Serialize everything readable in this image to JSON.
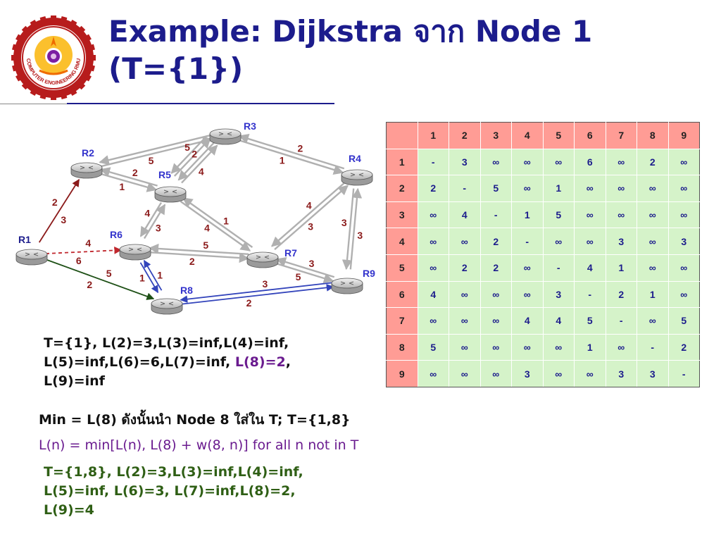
{
  "title": {
    "line1": "Example: Dijkstra จาก Node 1",
    "line2": "(T={1})"
  },
  "logo": {
    "arc_text": "COMPUTER ENGINEERING RMU",
    "colors": {
      "outer": "#b71c1c",
      "inner": "#fbc02d",
      "center": "#7b1fa2"
    }
  },
  "network": {
    "nodes": [
      {
        "id": "R1",
        "label": "R1",
        "label_color": "#1c1c8c"
      },
      {
        "id": "R2",
        "label": "R2",
        "label_color": "#3333cc"
      },
      {
        "id": "R3",
        "label": "R3",
        "label_color": "#3333cc"
      },
      {
        "id": "R4",
        "label": "R4",
        "label_color": "#3333cc"
      },
      {
        "id": "R5",
        "label": "R5",
        "label_color": "#3333cc"
      },
      {
        "id": "R6",
        "label": "R6",
        "label_color": "#3333cc"
      },
      {
        "id": "R7",
        "label": "R7",
        "label_color": "#3333cc"
      },
      {
        "id": "R8",
        "label": "R8",
        "label_color": "#3333cc"
      },
      {
        "id": "R9",
        "label": "R9",
        "label_color": "#3333cc"
      }
    ],
    "edges": [
      {
        "from": "R1",
        "to": "R2",
        "style": "dark-red",
        "w_fwd": "3",
        "w_back": "2"
      },
      {
        "from": "R1",
        "to": "R6",
        "style": "dashed-red",
        "w_fwd": "6",
        "w_back": "4"
      },
      {
        "from": "R1",
        "to": "R8",
        "style": "dark-green",
        "w_fwd": "2",
        "w_back": "5"
      },
      {
        "from": "R2",
        "to": "R3",
        "style": "gray",
        "w_fwd": "5",
        "w_back": ""
      },
      {
        "from": "R2",
        "to": "R5",
        "style": "gray",
        "w_fwd": "1",
        "w_back": "2"
      },
      {
        "from": "R3",
        "to": "R4",
        "style": "gray",
        "w_fwd": "1",
        "w_back": "2"
      },
      {
        "from": "R3",
        "to": "R5",
        "style": "gray",
        "w_fwd": "2",
        "w_back": "4"
      },
      {
        "from": "R3",
        "to": "R5",
        "style": "gray",
        "w_fwd": "5",
        "w_back": ""
      },
      {
        "from": "R4",
        "to": "R7",
        "style": "gray",
        "w_fwd": "4",
        "w_back": "3"
      },
      {
        "from": "R4",
        "to": "R9",
        "style": "gray",
        "w_fwd": "3",
        "w_back": "3"
      },
      {
        "from": "R5",
        "to": "R6",
        "style": "gray",
        "w_fwd": "4",
        "w_back": "3"
      },
      {
        "from": "R5",
        "to": "R7",
        "style": "gray",
        "w_fwd": "4",
        "w_back": "1"
      },
      {
        "from": "R6",
        "to": "R7",
        "style": "gray",
        "w_fwd": "2",
        "w_back": "5"
      },
      {
        "from": "R6",
        "to": "R8",
        "style": "blue",
        "w_fwd": "1",
        "w_back": "1"
      },
      {
        "from": "R7",
        "to": "R9",
        "style": "gray",
        "w_fwd": "5",
        "w_back": "3"
      },
      {
        "from": "R8",
        "to": "R9",
        "style": "blue",
        "w_fwd": "2",
        "w_back": "3"
      }
    ],
    "colors": {
      "gray": "#b0b0b0",
      "dark-red": "#8b1a1a",
      "dashed-red": "#c0272d",
      "dark-green": "#1e5016",
      "blue": "#3344bb",
      "weight": "#8b1a1a"
    }
  },
  "table": {
    "header": [
      "",
      "1",
      "2",
      "3",
      "4",
      "5",
      "6",
      "7",
      "8",
      "9"
    ],
    "rows": [
      {
        "label": "1",
        "cells": [
          "-",
          "3",
          "∞",
          "∞",
          "∞",
          "6",
          "∞",
          "2",
          "∞"
        ]
      },
      {
        "label": "2",
        "cells": [
          "2",
          "-",
          "5",
          "∞",
          "1",
          "∞",
          "∞",
          "∞",
          "∞"
        ]
      },
      {
        "label": "3",
        "cells": [
          "∞",
          "4",
          "-",
          "1",
          "5",
          "∞",
          "∞",
          "∞",
          "∞"
        ]
      },
      {
        "label": "4",
        "cells": [
          "∞",
          "∞",
          "2",
          "-",
          "∞",
          "∞",
          "3",
          "∞",
          "3"
        ]
      },
      {
        "label": "5",
        "cells": [
          "∞",
          "2",
          "2",
          "∞",
          "-",
          "4",
          "1",
          "∞",
          "∞"
        ]
      },
      {
        "label": "6",
        "cells": [
          "4",
          "∞",
          "∞",
          "∞",
          "3",
          "-",
          "2",
          "1",
          "∞"
        ]
      },
      {
        "label": "7",
        "cells": [
          "∞",
          "∞",
          "∞",
          "4",
          "4",
          "5",
          "-",
          "∞",
          "5"
        ]
      },
      {
        "label": "8",
        "cells": [
          "5",
          "∞",
          "∞",
          "∞",
          "∞",
          "1",
          "∞",
          "-",
          "2"
        ]
      },
      {
        "label": "9",
        "cells": [
          "∞",
          "∞",
          "∞",
          "3",
          "∞",
          "∞",
          "3",
          "3",
          "-"
        ]
      }
    ],
    "colors": {
      "header_bg": "#ff9c95",
      "cell_bg": "#d5f3c9",
      "cell_text": "#1c1c8c"
    }
  },
  "state1": {
    "line1": "T={1}, L(2)=3,L(3)=inf,L(4)=inf,",
    "line2_a": "L(5)=inf,L(6)=6,L(7)=inf, ",
    "line2_hl": "L(8)=2",
    "line2_b": ",",
    "line3": "L(9)=inf"
  },
  "min_line": "Min = L(8) ดังนั้นนำ Node 8 ใส่ใน T; T={1,8}",
  "formula": "L(n) = min[L(n), L(8) + w(8, n)] for all n not in T",
  "state2": {
    "line1": "T={1,8}, L(2)=3,L(3)=inf,L(4)=inf,",
    "line2": "L(5)=inf, L(6)=3, L(7)=inf,L(8)=2,",
    "line3": "L(9)=4"
  }
}
